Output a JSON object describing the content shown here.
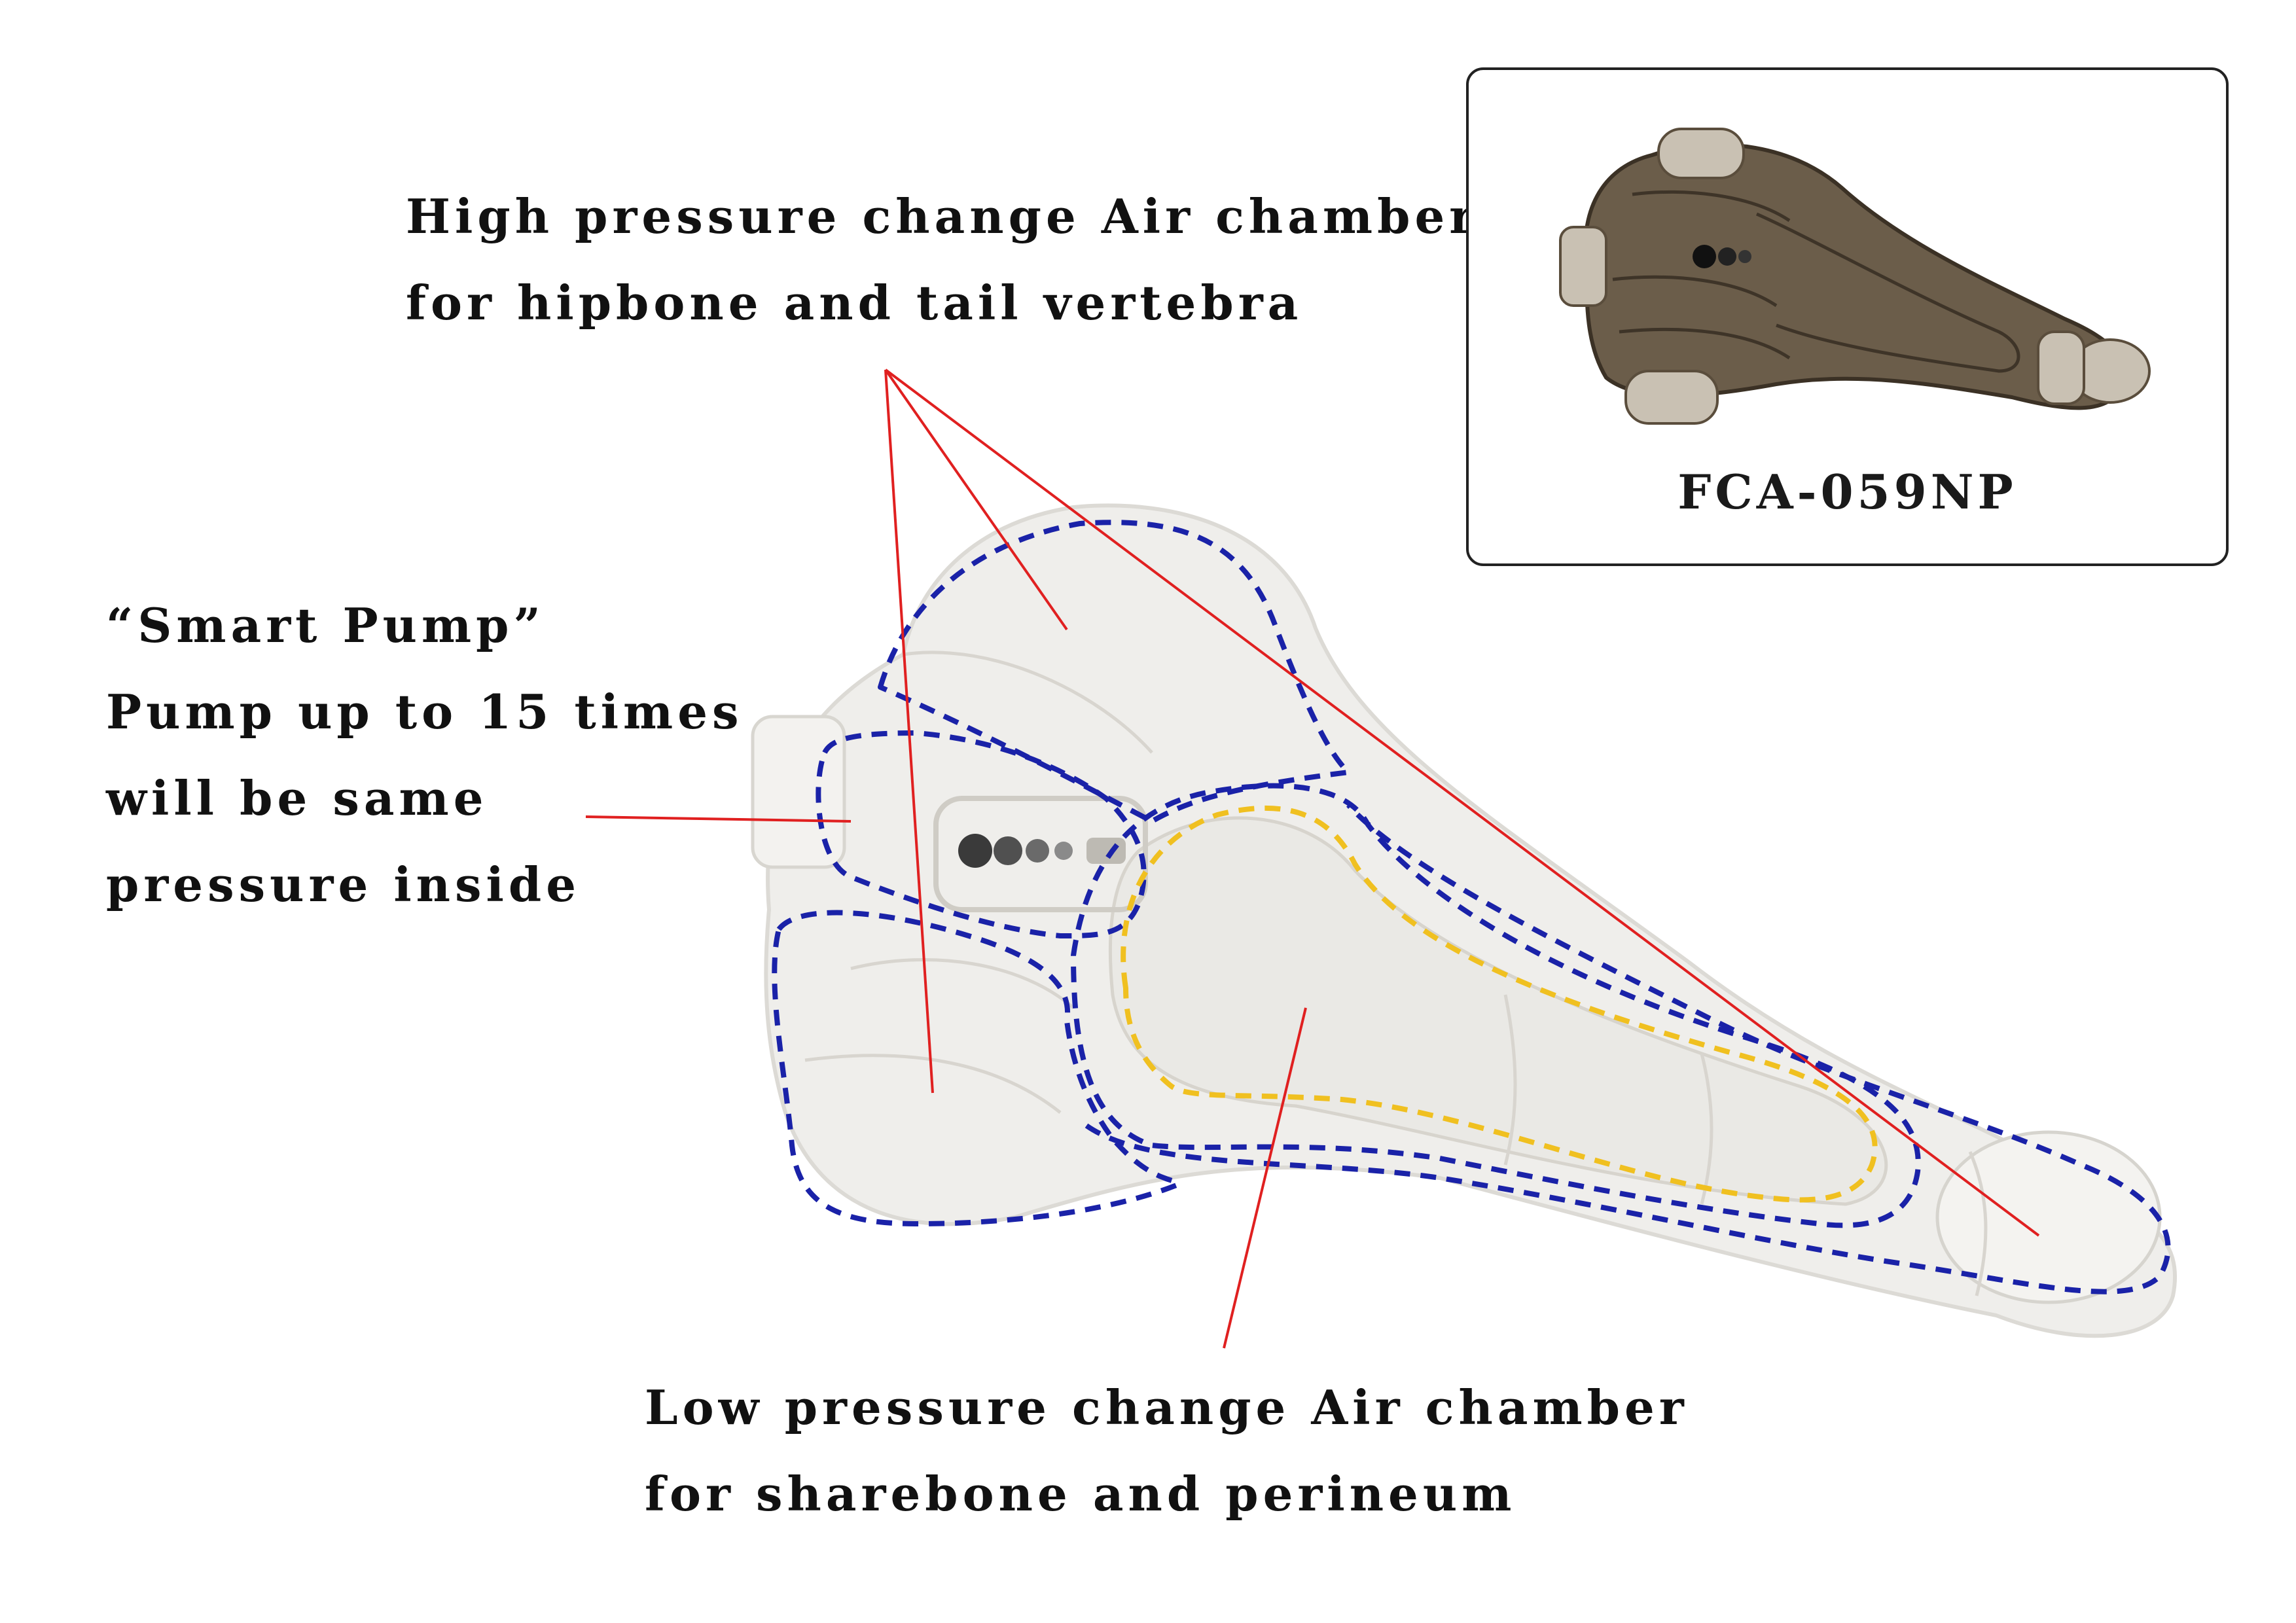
{
  "labels": {
    "high_pressure": {
      "line1": "High pressure change Air chamber",
      "line2": "for hipbone and tail vertebra"
    },
    "smart_pump": {
      "line1": "“Smart Pump”",
      "line2": "Pump up to 15 times",
      "line3": "will be same",
      "line4": "pressure inside"
    },
    "low_pressure": {
      "line1": "Low pressure change Air chamber",
      "line2": "for sharebone and perineum"
    }
  },
  "product": {
    "model": "FCA-059NP"
  },
  "colors": {
    "leader_line": "#e02020",
    "high_chamber_outline": "#1a22a8",
    "low_chamber_outline": "#f0c020",
    "saddle_body": "#efeeeb",
    "thumbnail_body": "#6b5d4a"
  }
}
